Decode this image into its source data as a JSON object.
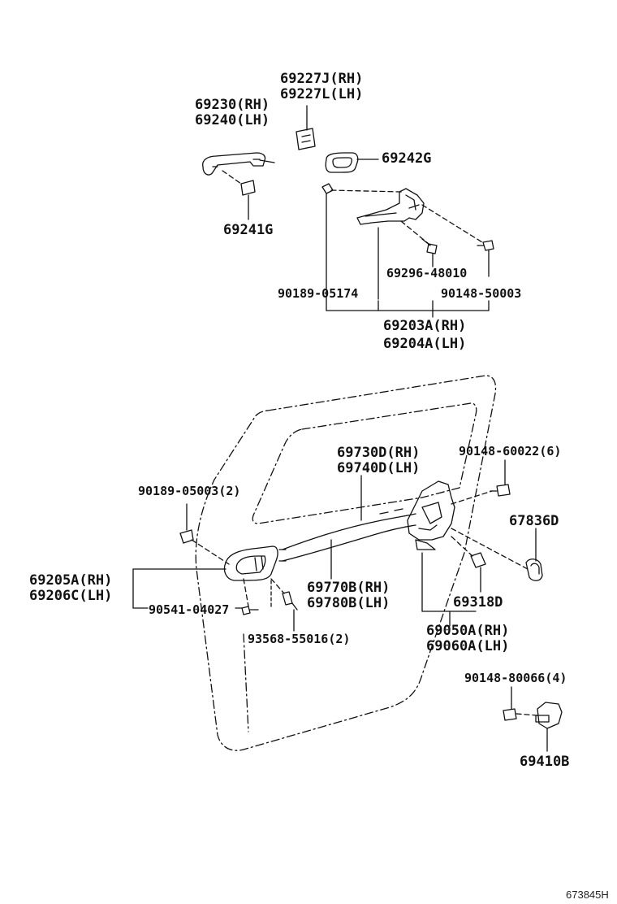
{
  "labels": {
    "l69227j": "69227J(RH)",
    "l69227l": "69227L(LH)",
    "l69230": "69230(RH)",
    "l69240": "69240(LH)",
    "l69242g": "69242G",
    "l69241g": "69241G",
    "l69296": "69296-48010",
    "l90189_05174": "90189-05174",
    "l90148_50003": "90148-50003",
    "l69203a": "69203A(RH)",
    "l69204a": "69204A(LH)",
    "l69730d": "69730D(RH)",
    "l69740d": "69740D(LH)",
    "l90148_60022": "90148-60022(6)",
    "l90189_05003": "90189-05003(2)",
    "l67836d": "67836D",
    "l69205a": "69205A(RH)",
    "l69206c": "69206C(LH)",
    "l69770b": "69770B(RH)",
    "l69780b": "69780B(LH)",
    "l69318d": "69318D",
    "l90541": "90541-04027",
    "l93568": "93568-55016(2)",
    "l69050a": "69050A(RH)",
    "l69060a": "69060A(LH)",
    "l90148_80066": "90148-80066(4)",
    "l69410b": "69410B"
  },
  "diagram_code": "673845H"
}
